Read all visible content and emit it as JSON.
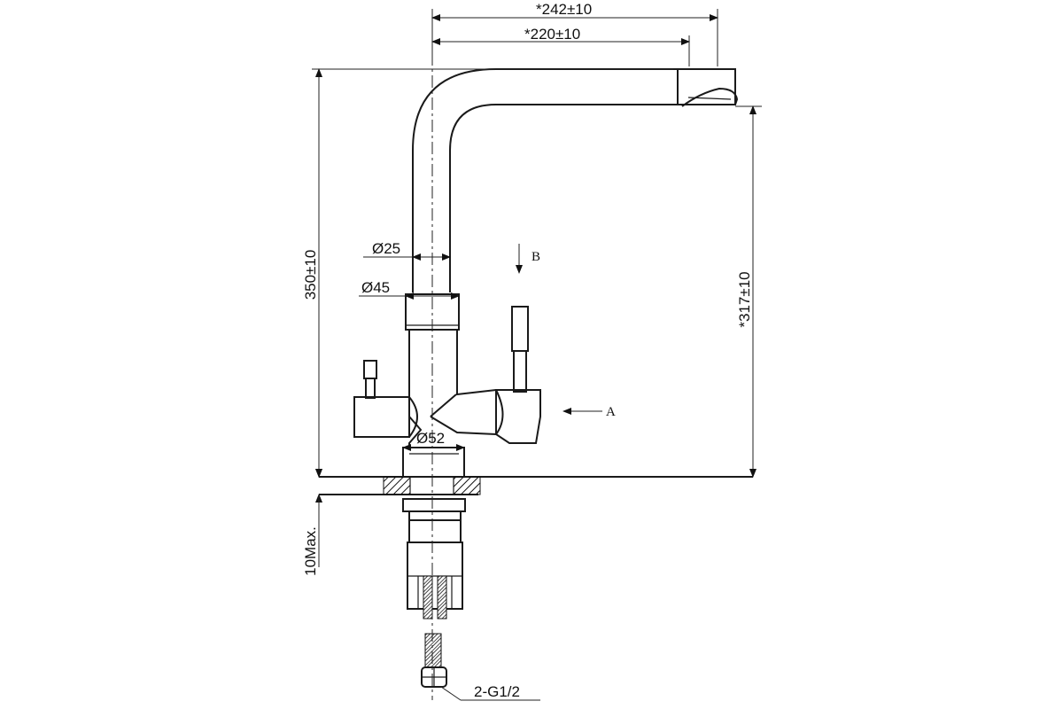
{
  "dimensions": {
    "outer_reach": "*242±10",
    "inner_reach": "*220±10",
    "total_height": "350±10",
    "spout_height": "*317±10",
    "tube_dia": "Ø25",
    "body_dia_top": "Ø45",
    "base_dia": "Ø52",
    "deck_thickness": "10Max.",
    "connection": "2-G1/2"
  },
  "view_labels": {
    "view_a": "A",
    "view_b": "B"
  }
}
